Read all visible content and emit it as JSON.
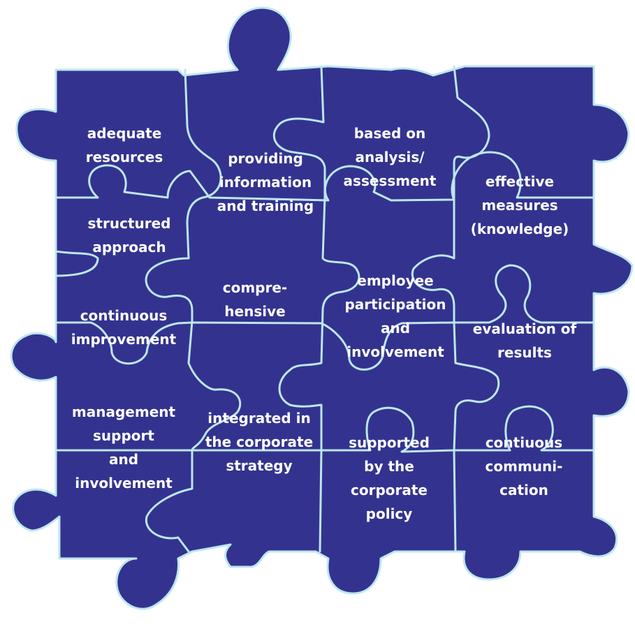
{
  "colors": {
    "piece_fill": "#33338f",
    "outline": "#bde6ee",
    "text": "#ffffff",
    "background": "#ffffff"
  },
  "pieces": [
    {
      "id": "adequate-resources",
      "lines": [
        "adequate",
        "resources"
      ]
    },
    {
      "id": "providing-information",
      "lines": [
        "providing",
        "information",
        "and training"
      ]
    },
    {
      "id": "based-on-analysis",
      "lines": [
        "based on",
        "analysis/",
        "assessment"
      ]
    },
    {
      "id": "effective-measures",
      "lines": [
        "effective",
        "measures",
        "(knowledge)"
      ]
    },
    {
      "id": "structured-approach",
      "lines": [
        "structured",
        "approach"
      ]
    },
    {
      "id": "comprehensive",
      "lines": [
        "compre-",
        "hensive"
      ]
    },
    {
      "id": "employee-participation",
      "lines": [
        "employee",
        "participation",
        "and",
        "involvement"
      ]
    },
    {
      "id": "continuous-improvement",
      "lines": [
        "continuous",
        "improvement"
      ]
    },
    {
      "id": "evaluation-of-results",
      "lines": [
        "evaluation of",
        "results"
      ]
    },
    {
      "id": "management-support",
      "lines": [
        "management",
        "support",
        "and",
        "involvement"
      ]
    },
    {
      "id": "integrated-corporate-strategy",
      "lines": [
        "integrated in",
        "the corporate",
        "strategy"
      ]
    },
    {
      "id": "supported-by-policy",
      "lines": [
        "supported",
        "by the",
        "corporate",
        "policy"
      ]
    },
    {
      "id": "contiuous-communication",
      "lines": [
        "contiuous",
        "communi-",
        "cation"
      ]
    }
  ]
}
